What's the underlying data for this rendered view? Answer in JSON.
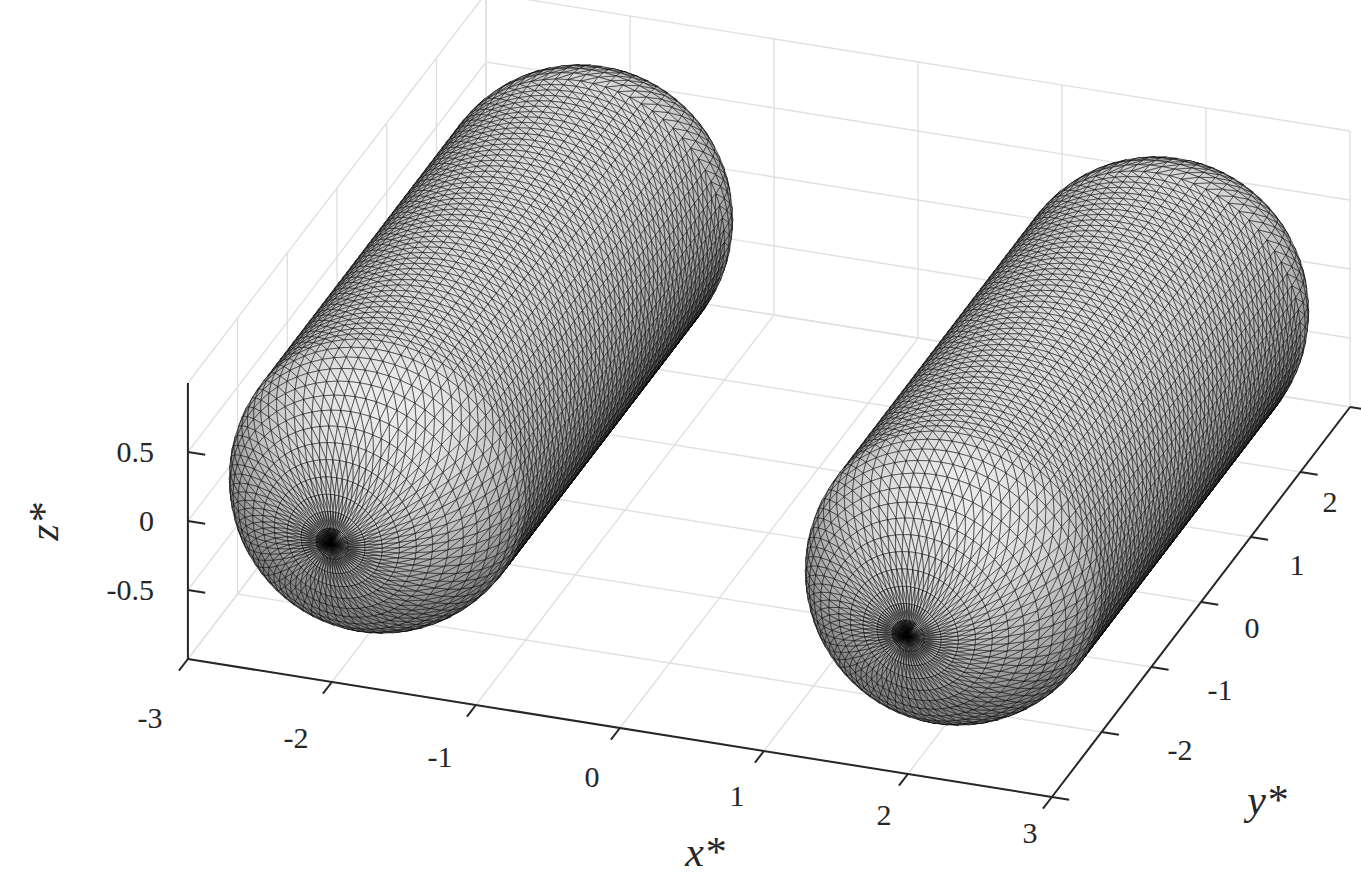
{
  "diagram": {
    "labels": [
      "0.5",
      "0",
      "-0.5",
      "-3",
      "-2",
      "-1",
      "0",
      "1",
      "2",
      "3",
      "-2",
      "-1",
      "0",
      "1",
      "2",
      "x*",
      "y*",
      "z*"
    ]
  }
}
